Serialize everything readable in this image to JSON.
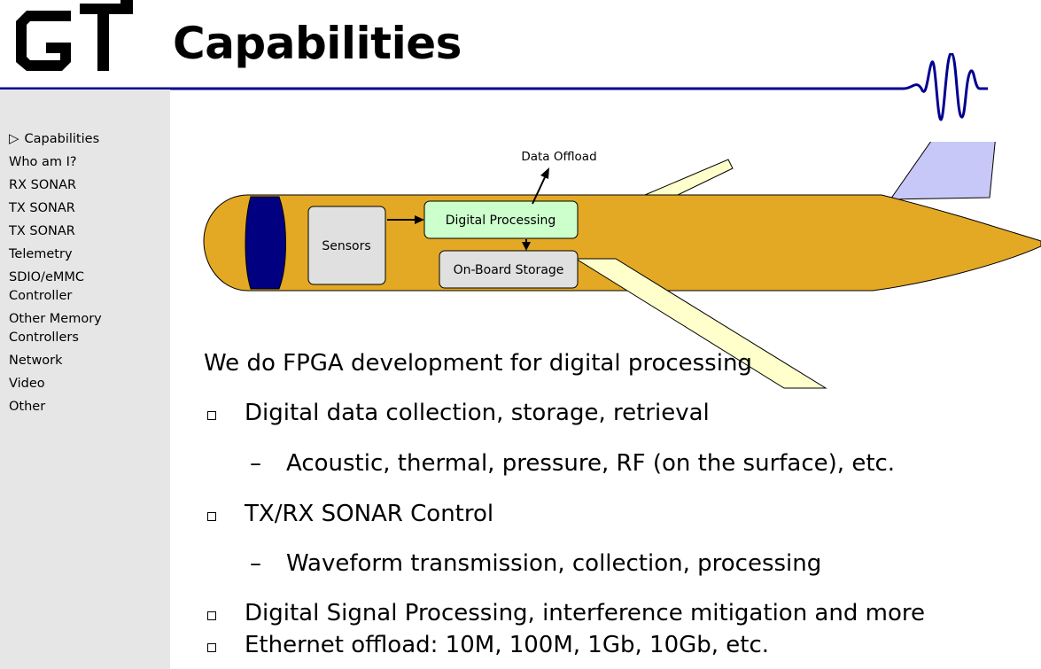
{
  "header": {
    "title": "Capabilities"
  },
  "sidebar": {
    "items": [
      {
        "label": "Capabilities",
        "current": true
      },
      {
        "label": "Who am I?"
      },
      {
        "label": "RX SONAR"
      },
      {
        "label": "TX SONAR"
      },
      {
        "label": "TX SONAR"
      },
      {
        "label": "Telemetry"
      },
      {
        "label": "SDIO/eMMC"
      },
      {
        "label": "Controller"
      },
      {
        "label": "Other Memory"
      },
      {
        "label": "Controllers"
      },
      {
        "label": "Network"
      },
      {
        "label": "Video"
      },
      {
        "label": "Other"
      }
    ]
  },
  "diagram": {
    "offload_label": "Data Offload",
    "sensors_label": "Sensors",
    "processing_label": "Digital Processing",
    "storage_label": "On-Board Storage",
    "colors": {
      "hull": "#e3a924",
      "nose_band": "#000080",
      "fin": "#c8c8f8",
      "wing": "#ffffcc",
      "processing_box": "#ccffcc",
      "sensor_box": "#e0e0e0",
      "rule": "#000090"
    }
  },
  "content": {
    "intro": "We do FPGA development for digital processing",
    "items": [
      {
        "level": 1,
        "text": "Digital data collection, storage, retrieval"
      },
      {
        "level": 2,
        "text": "Acoustic, thermal, pressure, RF (on the surface), etc."
      },
      {
        "level": 1,
        "text": "TX/RX SONAR Control"
      },
      {
        "level": 2,
        "text": "Waveform transmission, collection, processing"
      },
      {
        "level": 1,
        "text": "Digital Signal Processing, interference mitigation and more"
      },
      {
        "level": 1,
        "text": "Ethernet offload: 10M, 100M, 1Gb, 10Gb, etc."
      }
    ]
  }
}
